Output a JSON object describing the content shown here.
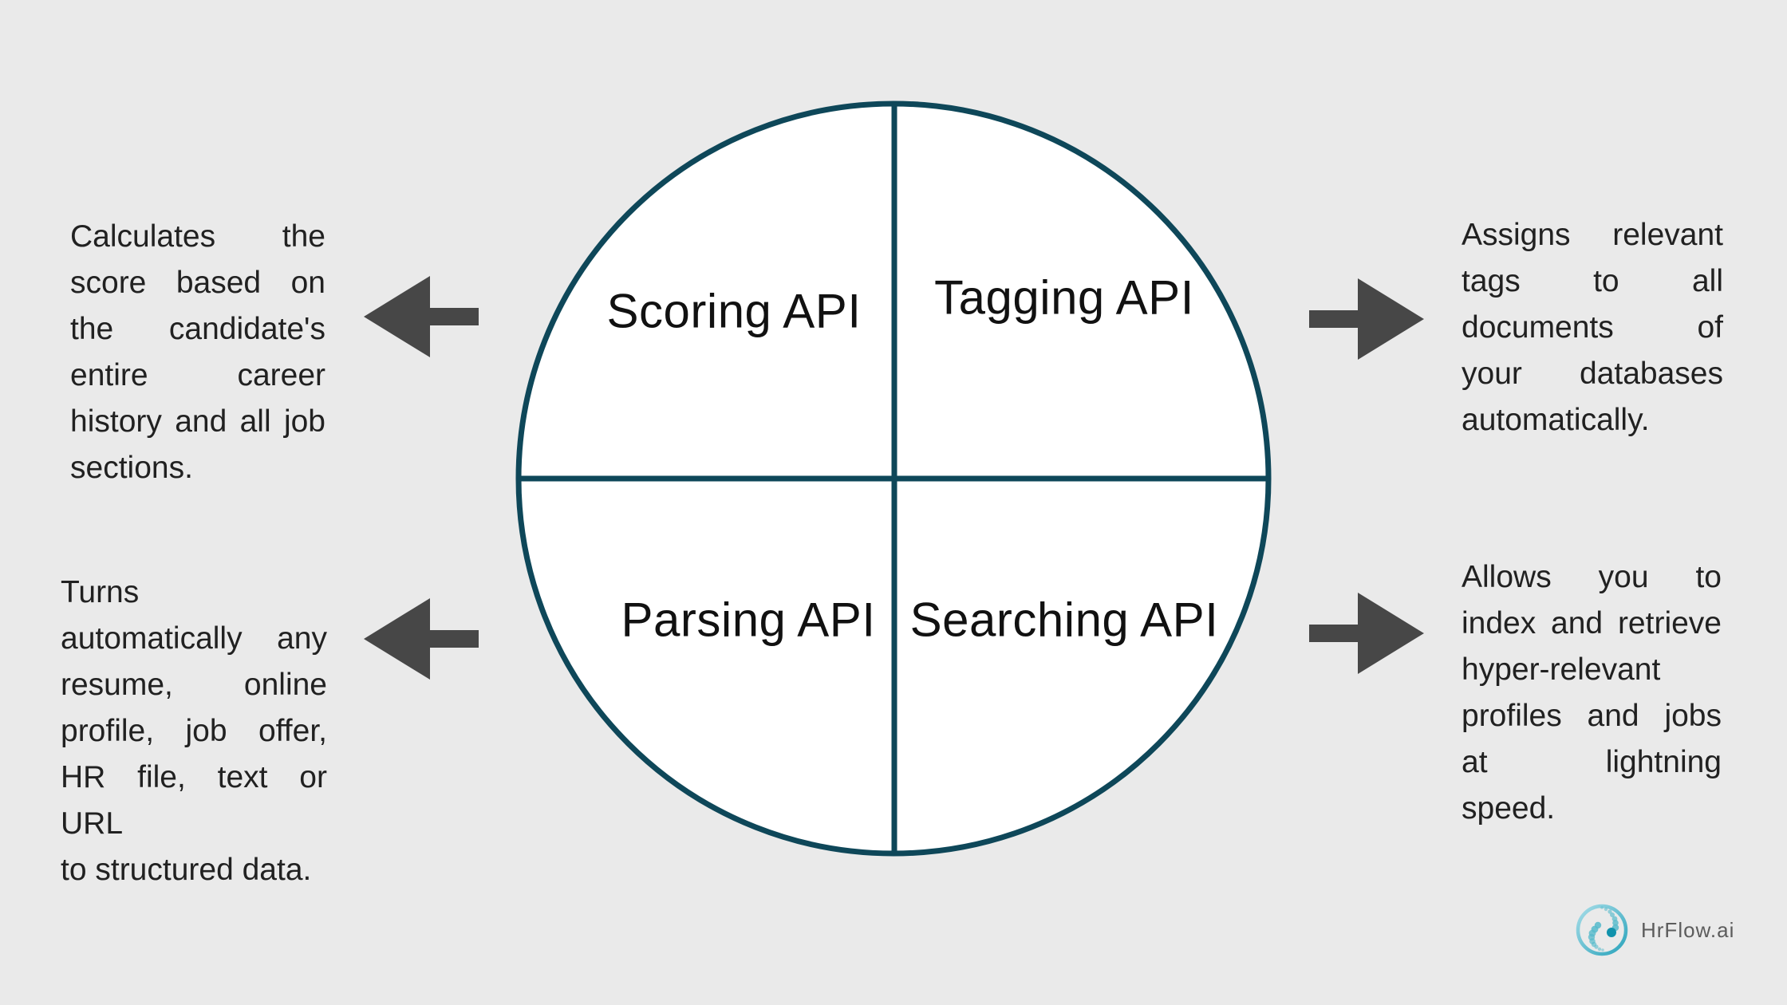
{
  "colors": {
    "background": "#eaeaea",
    "circle_stroke": "#0e4759",
    "quadrant_fill": "#ffffff",
    "arrow": "#474747",
    "text": "#212121",
    "label_text": "#111111",
    "logo_text": "#5c5c5c",
    "logo_teal": "#2ba4bc",
    "logo_teal_light": "#a7dde8",
    "logo_accent": "#1192ac",
    "logo_dot": "#55bacb"
  },
  "quadrants": {
    "scoring": {
      "label": "Scoring API"
    },
    "tagging": {
      "label": "Tagging API"
    },
    "parsing": {
      "label": "Parsing API"
    },
    "searching": {
      "label": "Searching API"
    }
  },
  "descriptions": {
    "scoring": {
      "lines": [
        "Calculates the",
        "score based on",
        "the candidate's",
        "entire career",
        "history and all job",
        "sections."
      ]
    },
    "parsing": {
      "lines": [
        "Turns",
        "automatically any",
        "resume, online",
        "profile, job offer,",
        "HR file, text or URL",
        "to structured data."
      ]
    },
    "tagging": {
      "lines": [
        "Assigns relevant",
        "tags to all",
        "documents of",
        "your databases",
        "automatically."
      ]
    },
    "searching": {
      "lines": [
        "Allows you to",
        "index and retrieve",
        "hyper-relevant",
        "profiles and jobs",
        "at lightning",
        "speed."
      ]
    }
  },
  "logo": {
    "text": "HrFlow.ai"
  }
}
